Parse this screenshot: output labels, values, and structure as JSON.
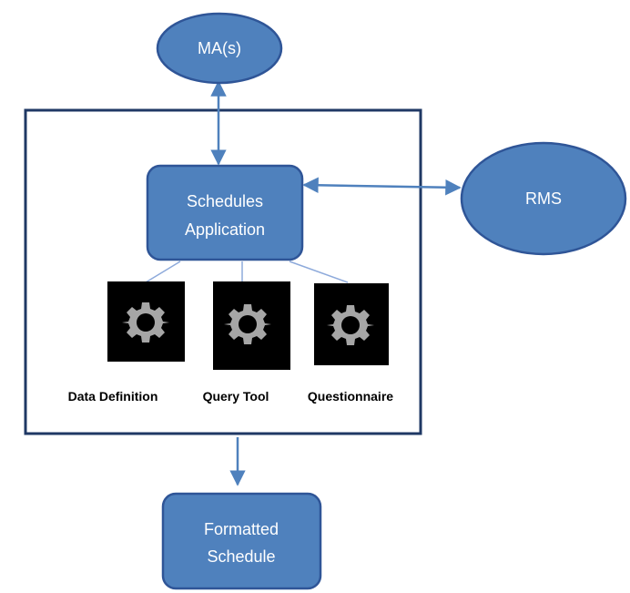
{
  "nodes": {
    "ma": {
      "label": "MA(s)"
    },
    "rms": {
      "label": "RMS"
    },
    "schedules_app": {
      "line1": "Schedules",
      "line2": "Application"
    },
    "formatted_schedule": {
      "line1": "Formatted",
      "line2": "Schedule"
    }
  },
  "tools": [
    {
      "label": "Data Definition",
      "icon": "gear-icon"
    },
    {
      "label": "Query Tool",
      "icon": "gear-icon"
    },
    {
      "label": "Questionnaire",
      "icon": "gear-icon"
    }
  ],
  "colors": {
    "node_fill": "#4f81bd",
    "node_stroke": "#2f5597",
    "arrow": "#4f81bd",
    "container_stroke": "#1f3864",
    "icon_bg": "#000000",
    "gear": "#a6a6a6",
    "connector": "#8eaadb"
  }
}
